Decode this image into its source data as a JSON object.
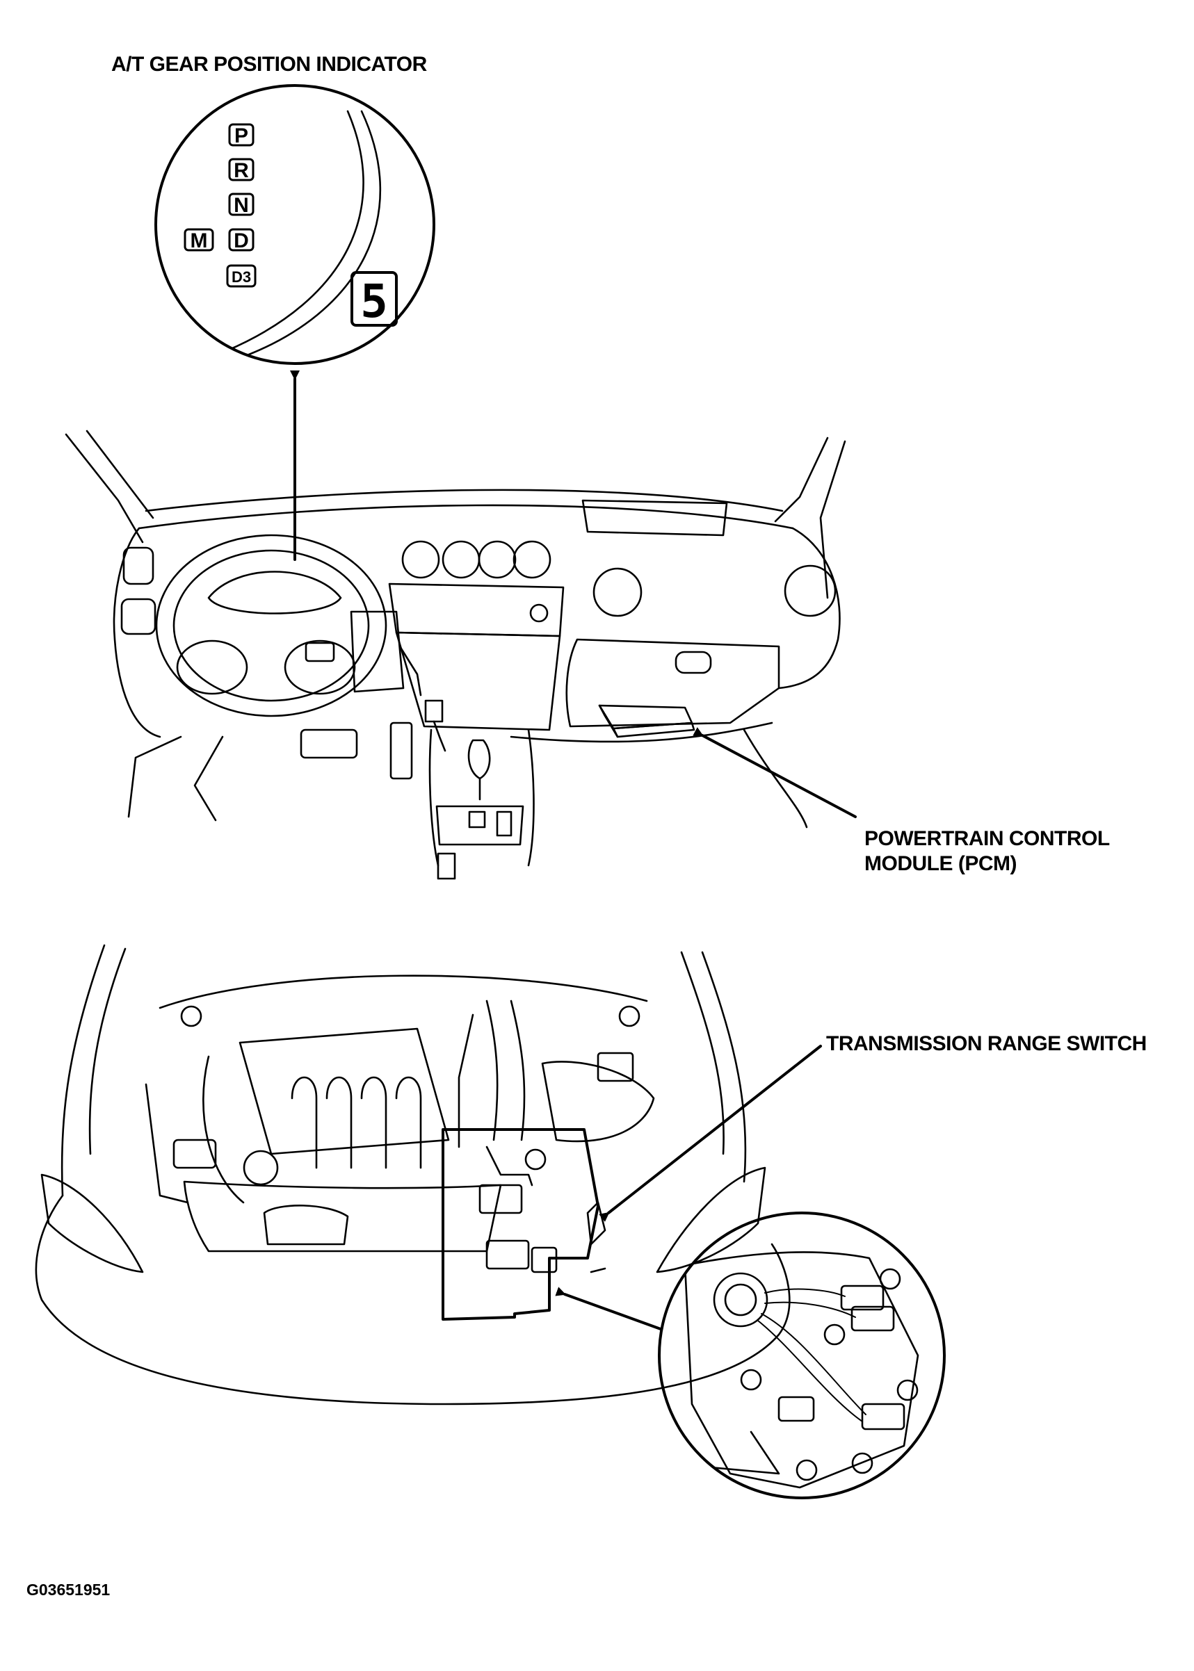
{
  "labels": {
    "gear_indicator_title": "A/T GEAR POSITION INDICATOR",
    "pcm_line1": "POWERTRAIN CONTROL",
    "pcm_line2": "MODULE (PCM)",
    "trs": "TRANSMISSION RANGE SWITCH",
    "figure_code": "G03651951"
  },
  "gear_positions": [
    "P",
    "R",
    "N",
    "D",
    "D3"
  ],
  "mode_indicator": "M",
  "digital_display": "5"
}
